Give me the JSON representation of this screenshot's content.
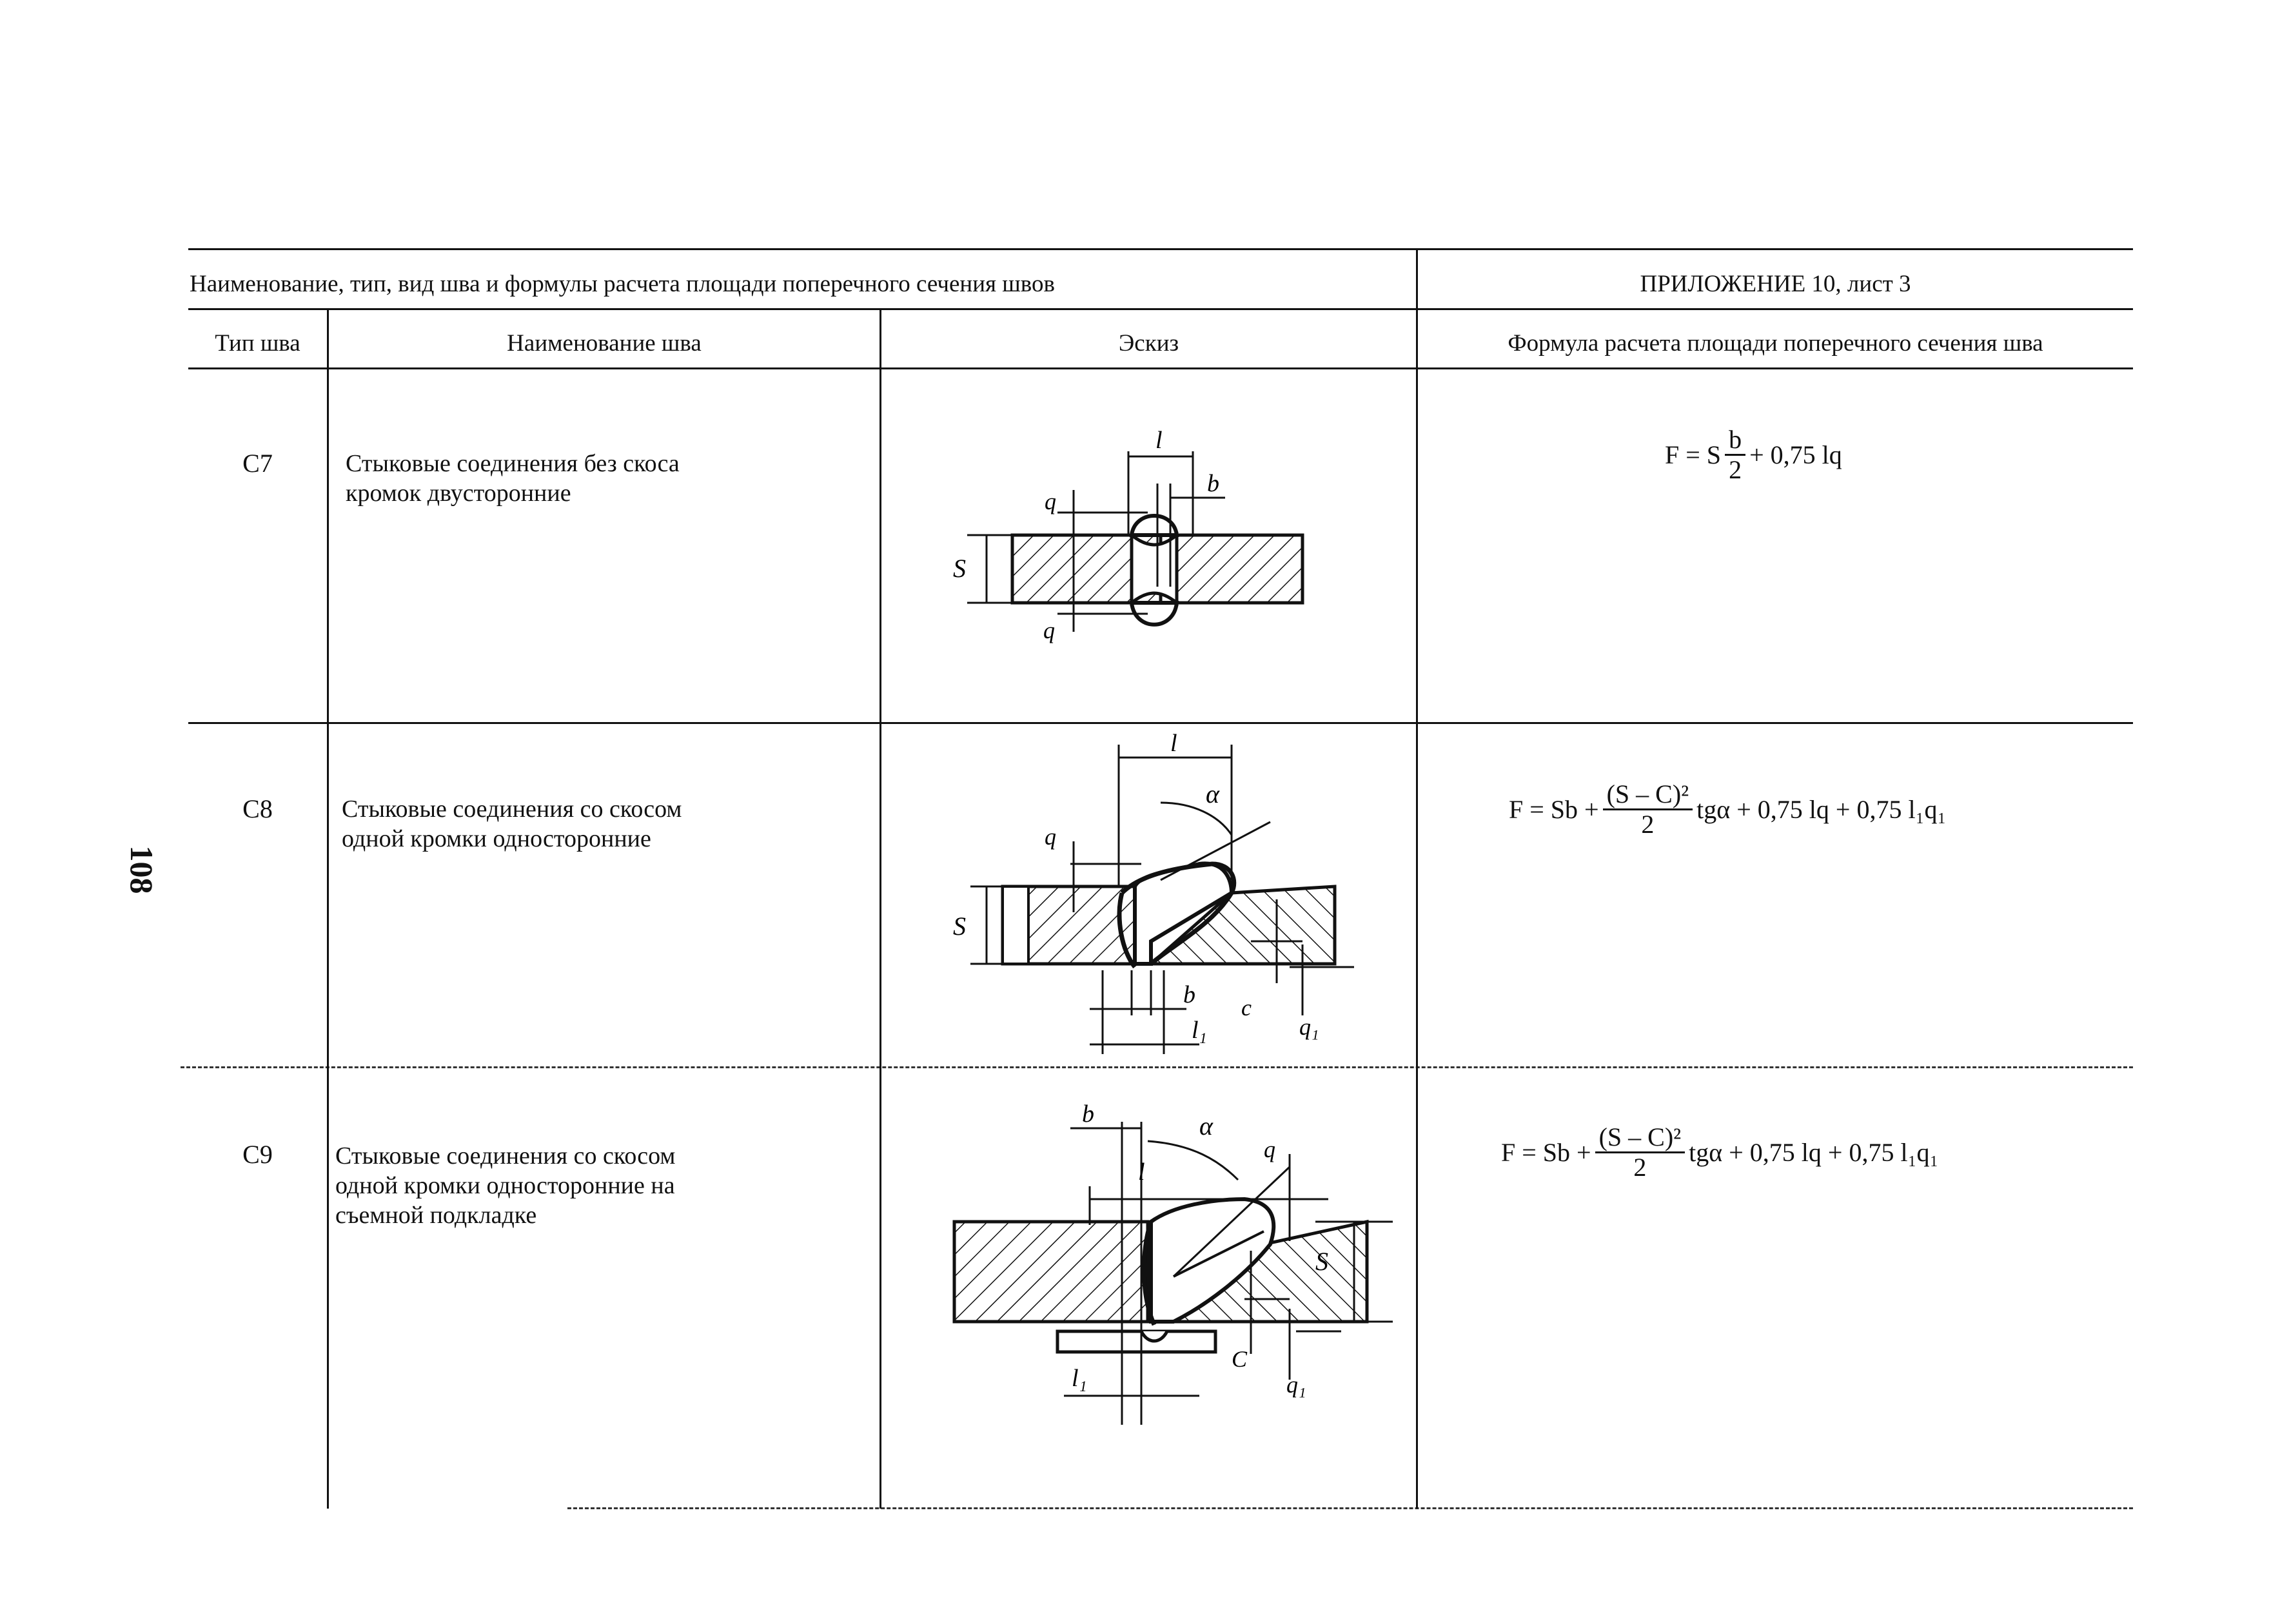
{
  "header": {
    "title": "Наименование, тип, вид шва и формулы расчета площади поперечного сечения швов",
    "appendix": "ПРИЛОЖЕНИЕ 10, лист 3"
  },
  "columns": {
    "type": "Тип шва",
    "name": "Наименование шва",
    "sketch": "Эскиз",
    "formula": "Формула расчета площади поперечного сечения шва"
  },
  "page_number": "108",
  "rows": [
    {
      "type": "С7",
      "name_lines": [
        "Стыковые соединения без скоса",
        "кромок двусторонние"
      ],
      "formula": {
        "lhs": "F = S",
        "frac_num": "b",
        "frac_den": "2",
        "rest": "+ 0,75 lq"
      },
      "sketch_labels": {
        "l": "l",
        "b": "b",
        "q_top": "q",
        "q_bot": "q",
        "S": "S"
      }
    },
    {
      "type": "С8",
      "name_lines": [
        "Стыковые соединения со скосом",
        "одной кромки односторонние"
      ],
      "formula": {
        "lhs": "F = Sb +",
        "frac_num": "(S – C)²",
        "frac_den": "2",
        "rest": "tgα + 0,75 lq + 0,75 l₁q₁"
      },
      "sketch_labels": {
        "l": "l",
        "alpha": "α",
        "q": "q",
        "S": "S",
        "b": "b",
        "c": "c",
        "l1": "l₁",
        "q1": "q₁"
      }
    },
    {
      "type": "С9",
      "name_lines": [
        "Стыковые соединения со скосом",
        "одной кромки односторонние на",
        "съемной подкладке"
      ],
      "formula": {
        "lhs": "F = Sb +",
        "frac_num": "(S – C)²",
        "frac_den": "2",
        "rest": "tgα + 0,75 lq + 0,75 l₁q₁"
      },
      "sketch_labels": {
        "b": "b",
        "alpha": "α",
        "l": "l",
        "q": "q",
        "S": "S",
        "C": "C",
        "q1": "q₁",
        "l1": "l₁"
      }
    }
  ]
}
